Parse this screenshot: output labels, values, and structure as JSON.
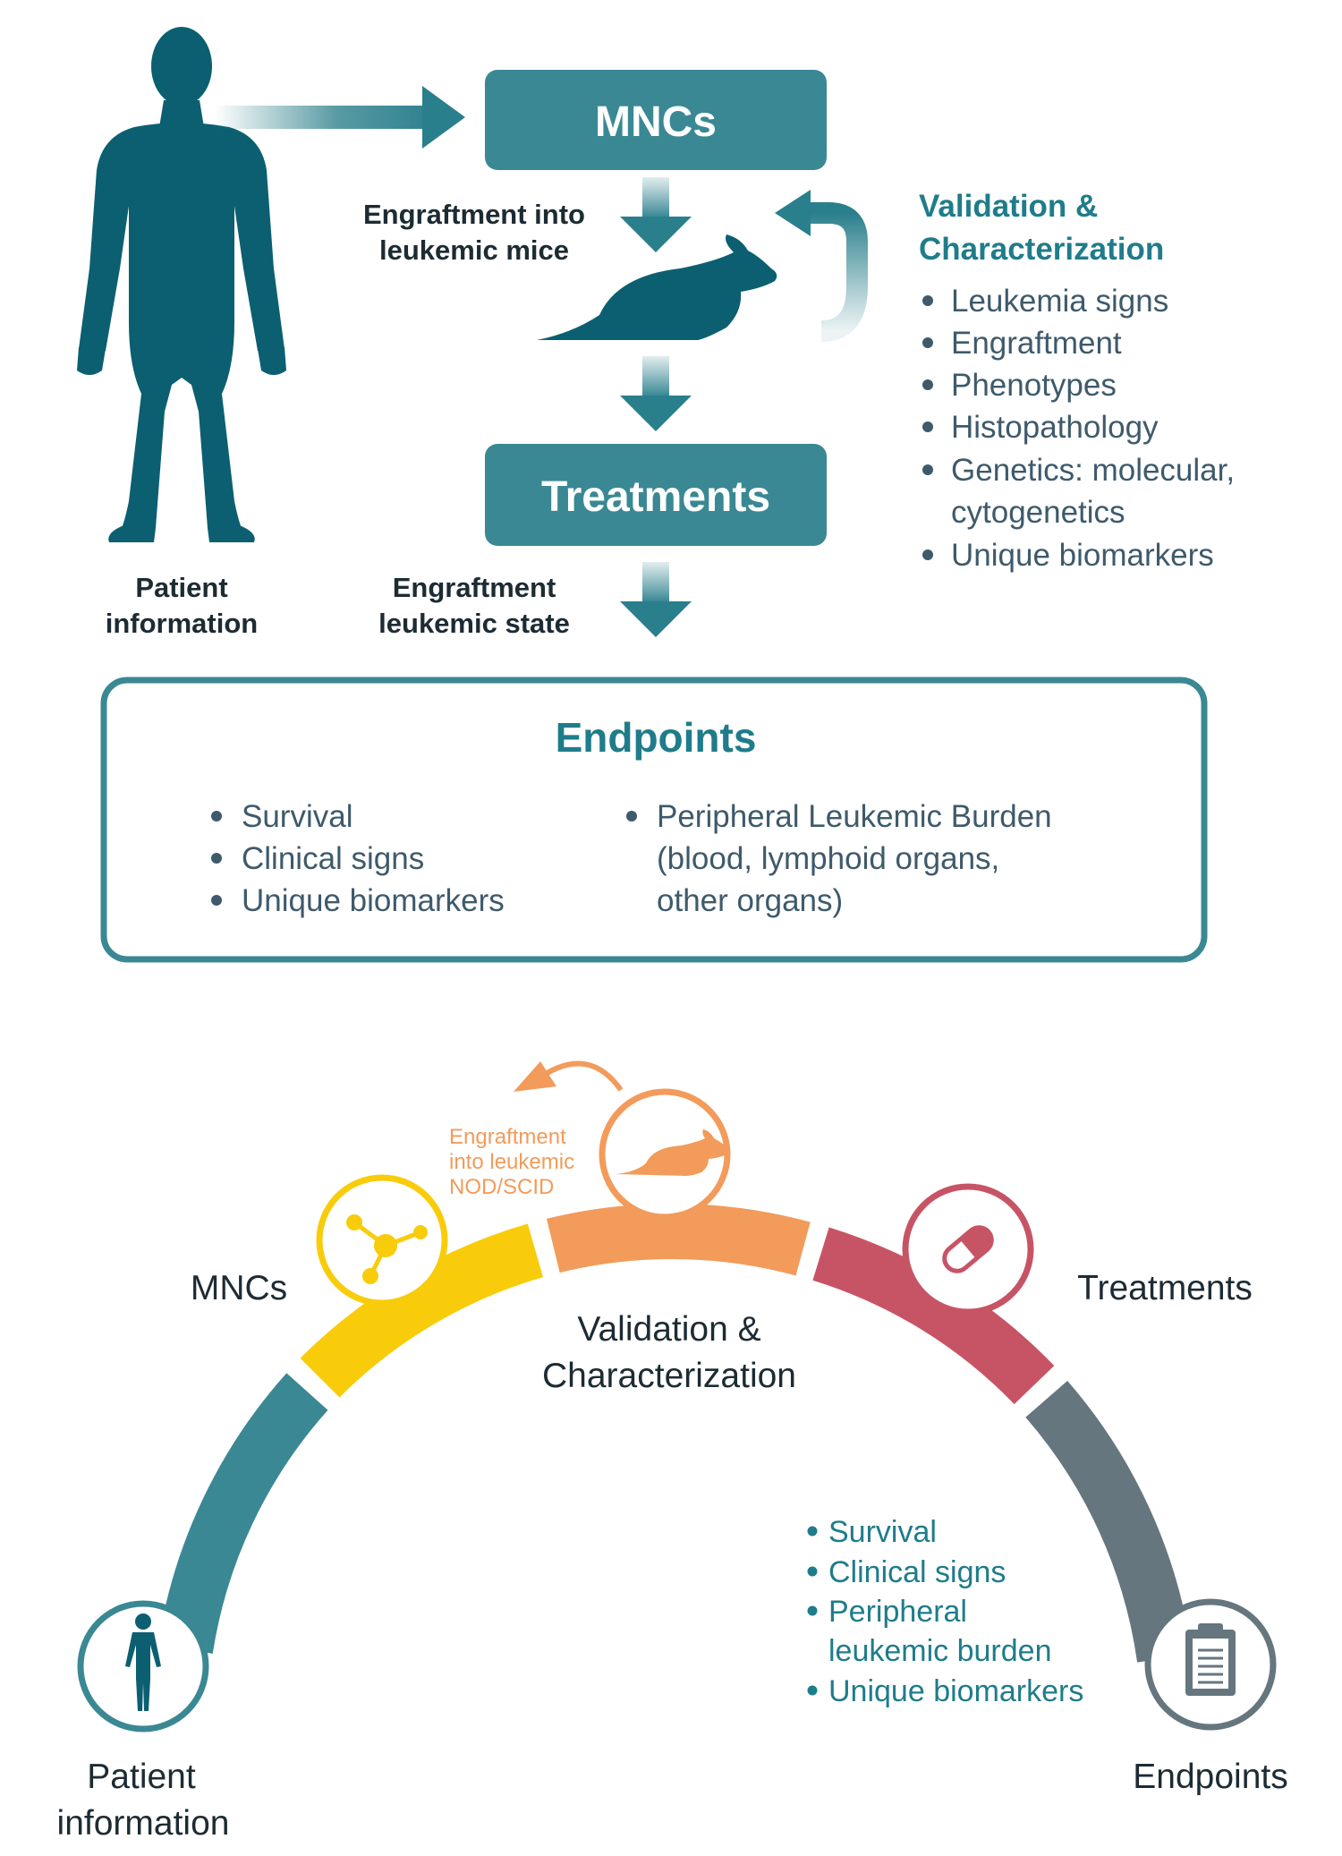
{
  "colors": {
    "teal_dark": "#0b5f71",
    "teal": "#3a8893",
    "slate_text": "#3e5a6b",
    "text_dark": "#1d2b33",
    "yellow": "#f8cc0a",
    "orange": "#f29b5a",
    "red": "#c75465",
    "gray": "#65767e"
  },
  "top": {
    "mncs_box": "MNCs",
    "treatments_box": "Treatments",
    "engraftment_mice_line1": "Engraftment into",
    "engraftment_mice_line2": "leukemic mice",
    "patient_line1": "Patient",
    "patient_line2": "information",
    "engraftment_state_line1": "Engraftment",
    "engraftment_state_line2": "leukemic state",
    "validation_title_line1": "Validation &",
    "validation_title_line2": "Characterization",
    "validation_items": [
      "Leukemia signs",
      "Engraftment",
      "Phenotypes",
      "Histopathology",
      "Genetics: molecular,",
      "cytogenetics",
      "Unique biomarkers"
    ],
    "endpoints_title": "Endpoints",
    "endpoints_left": [
      "Survival",
      "Clinical signs",
      "Unique biomarkers"
    ],
    "endpoints_right": [
      "Peripheral Leukemic Burden",
      "(blood, lymphoid organs,",
      "other organs)"
    ]
  },
  "bottom": {
    "mncs": "MNCs",
    "engraftment_line1": "Engraftment",
    "engraftment_line2": "into leukemic",
    "engraftment_line3": "NOD/SCID",
    "validation_line1": "Validation &",
    "validation_line2": "Characterization",
    "treatments": "Treatments",
    "patient_line1": "Patient",
    "patient_line2": "information",
    "endpoints": "Endpoints",
    "endpoint_items": [
      "Survival",
      "Clinical signs",
      "Peripheral",
      "leukemic burden",
      "Unique biomarkers"
    ],
    "icons": [
      "person-icon",
      "molecule-icon",
      "mouse-icon",
      "pill-icon",
      "clipboard-icon"
    ]
  }
}
